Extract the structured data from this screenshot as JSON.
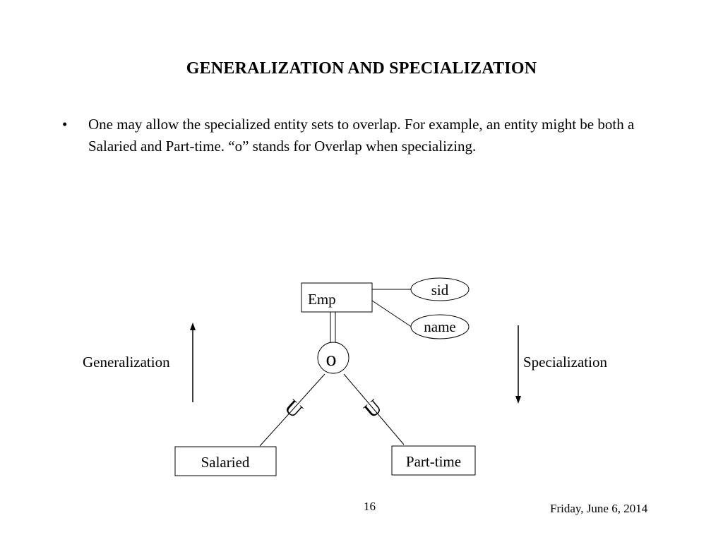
{
  "slide": {
    "title": "GENERALIZATION AND SPECIALIZATION",
    "bullet_marker": "•",
    "bullet_text": "One may allow the specialized entity sets to overlap.  For example, an entity might be both a Salaried and Part-time.  “o” stands for Overlap when specializing."
  },
  "diagram": {
    "emp_label": "Emp",
    "sid_label": "sid",
    "name_label": "name",
    "overlap_symbol": "o",
    "subset_symbol": "U",
    "salaried_label": "Salaried",
    "parttime_label": "Part-time",
    "generalization_label": "Generalization",
    "specialization_label": "Specialization"
  },
  "footer": {
    "page_number": "16",
    "date": "Friday, June 6, 2014"
  }
}
